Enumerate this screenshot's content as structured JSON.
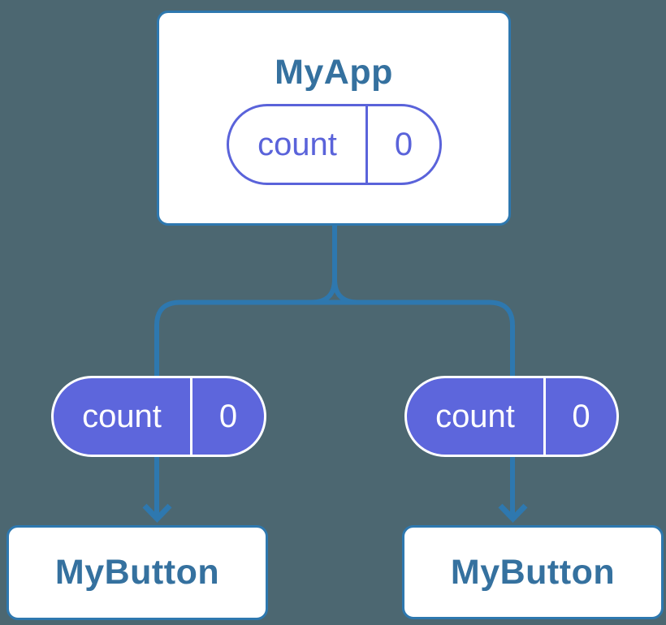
{
  "colors": {
    "background": "#4C6771",
    "node_fill": "#FFFFFF",
    "node_border": "#2E78AF",
    "label_text": "#35719F",
    "connector": "#2E78AF",
    "purple_outline": "#5A63DA",
    "purple_fill": "#5D66DC",
    "pill_text_light": "#FFFFFF"
  },
  "nodes": {
    "root": {
      "label": "MyApp",
      "state": {
        "name": "count",
        "value": "0"
      }
    },
    "children": [
      {
        "label": "MyButton",
        "state": {
          "name": "count",
          "value": "0"
        }
      },
      {
        "label": "MyButton",
        "state": {
          "name": "count",
          "value": "0"
        }
      }
    ]
  }
}
